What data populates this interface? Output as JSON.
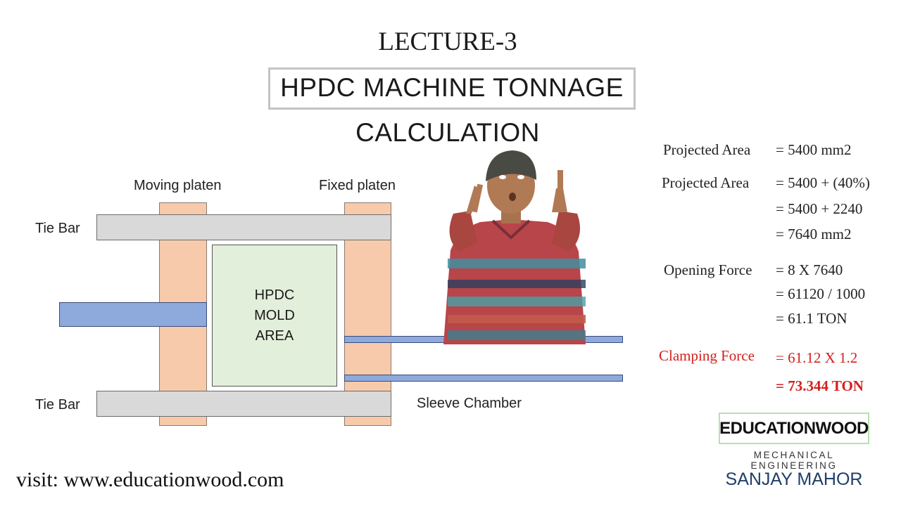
{
  "header": {
    "lecture": "LECTURE-3",
    "title": "HPDC MACHINE TONNAGE",
    "subtitle": "CALCULATION"
  },
  "diagram": {
    "moving_platen_label": "Moving platen",
    "fixed_platen_label": "Fixed platen",
    "tie_bar_top_label": "Tie Bar",
    "tie_bar_bottom_label": "Tie Bar",
    "mold_label": "HPDC\nMOLD\nAREA",
    "sleeve_chamber_label": "Sleeve Chamber",
    "colors": {
      "platen": "#f7caac",
      "tie_bar": "#d9d9d9",
      "plunger": "#8ea9db",
      "mold": "#e2efda"
    }
  },
  "calculation": {
    "projected_area_1": {
      "label": "Projected Area",
      "value": "= 5400 mm2"
    },
    "projected_area_2": {
      "label": "Projected Area",
      "values": [
        "= 5400 + (40%)",
        "= 5400 + 2240",
        "= 7640 mm2"
      ]
    },
    "opening_force": {
      "label": "Opening Force",
      "values": [
        "= 8 X 7640",
        "= 61120 / 1000",
        "= 61.1 TON"
      ]
    },
    "clamping_force": {
      "label": "Clamping Force",
      "values": [
        "= 61.12 X 1.2",
        "= 73.344 TON"
      ],
      "color": "#d42020"
    }
  },
  "presenter_icon": "person-pointing-up-icon",
  "branding": {
    "logo": "EDUCATIONWOOD",
    "tagline": "MECHANICAL ENGINEERING",
    "author": "SANJAY MAHOR",
    "author_color": "#1f3f6a"
  },
  "footer": {
    "visit": "visit: www.educationwood.com"
  }
}
